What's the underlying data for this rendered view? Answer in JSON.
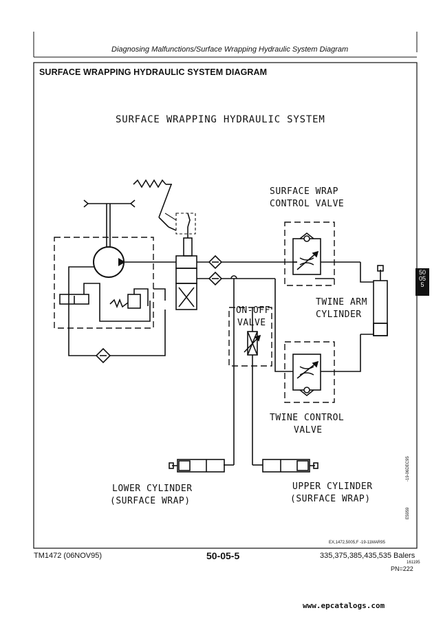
{
  "header": {
    "running_title": "Diagnosing Malfunctions/Surface Wrapping Hydraulic System Diagram"
  },
  "section": {
    "title": "SURFACE WRAPPING HYDRAULIC SYSTEM DIAGRAM"
  },
  "diagram": {
    "title": "SURFACE WRAPPING HYDRAULIC SYSTEM",
    "labels": {
      "surface_wrap_valve_1": "SURFACE WRAP",
      "surface_wrap_valve_2": "CONTROL VALVE",
      "on_off_1": "ON-OFF",
      "on_off_2": "VALVE",
      "twine_arm_1": "TWINE ARM",
      "twine_arm_2": "CYLINDER",
      "twine_control_1": "TWINE CONTROL",
      "twine_control_2": "VALVE",
      "lower_cyl_1": "LOWER CYLINDER",
      "lower_cyl_2": "(SURFACE WRAP)",
      "upper_cyl_1": "UPPER CYLINDER",
      "upper_cyl_2": "(SURFACE WRAP)"
    },
    "figure_ref": "EX,1472,5005,F -19-11MAR95",
    "side_code_1": "-19-06DEC95",
    "side_code_2": "E5959"
  },
  "tab": {
    "lines": [
      "50",
      "05",
      "5"
    ]
  },
  "footer": {
    "manual": "TM1472 (06NOV95)",
    "page_number": "50-05-5",
    "models": "335,375,385,435,535 Balers",
    "code": "161195",
    "pn": "PN=222"
  },
  "watermark": "www.epcatalogs.com"
}
